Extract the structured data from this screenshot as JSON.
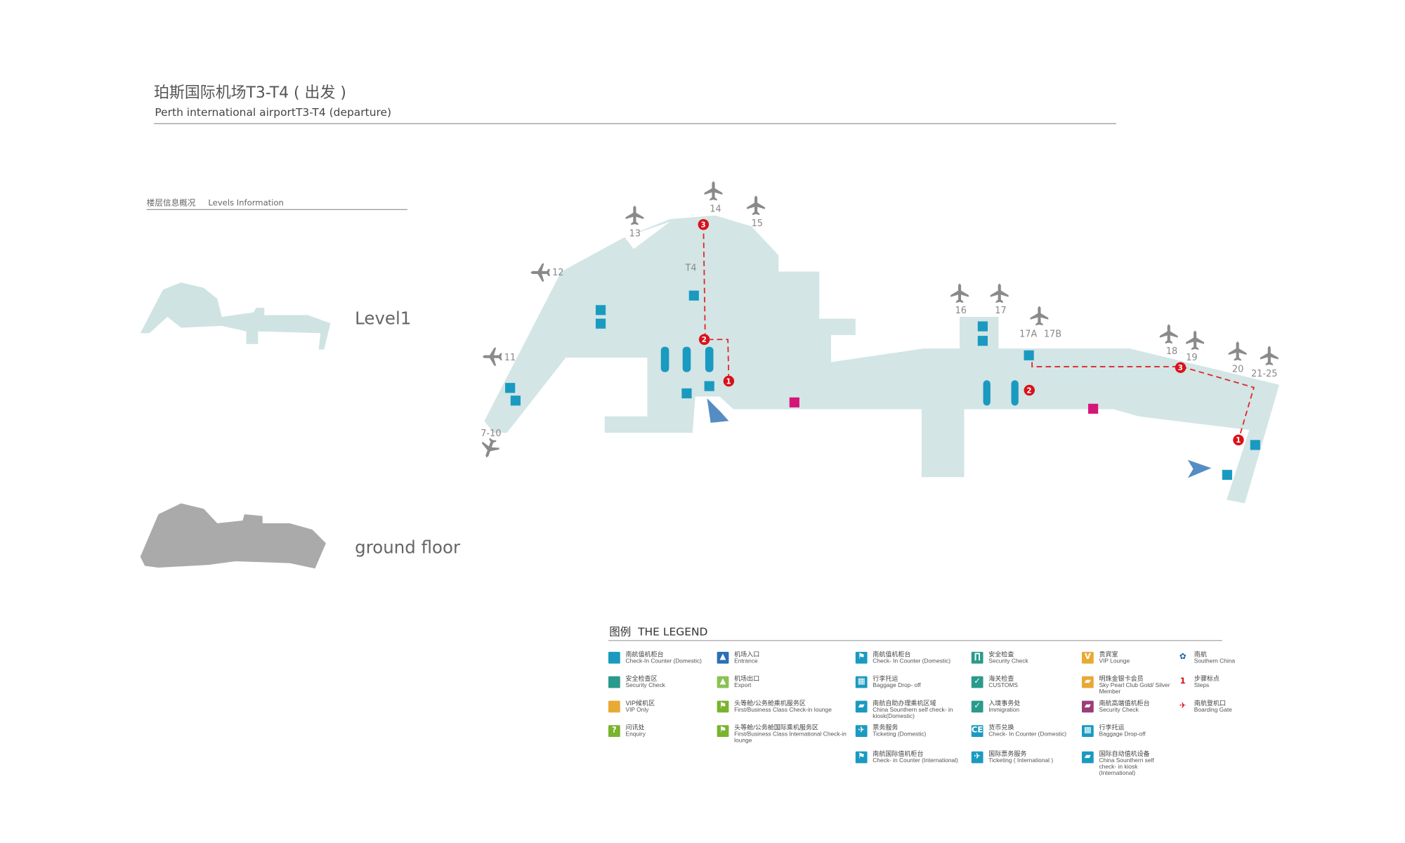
{
  "header": {
    "title": "珀斯国际机场T3-T4 ( 出发 )",
    "subtitle": "Perth international airportT3-T4  (departure)"
  },
  "levels": {
    "title_cn": "楼层信息概况",
    "title_en": "Levels Information",
    "items": [
      {
        "label": "Level1",
        "color": "#cfe3e3"
      },
      {
        "label": "ground floor",
        "color": "#aaaaaa"
      }
    ]
  },
  "map": {
    "terminal": "T4",
    "gates": [
      "7-10",
      "11",
      "12",
      "13",
      "14",
      "15",
      "16",
      "17",
      "17A",
      "17B",
      "18",
      "19",
      "20",
      "21-25"
    ],
    "floor_color": "#d3e5e5",
    "route_color": "#e0262b"
  },
  "legend": {
    "title_cn": "图例",
    "title_en": "THE LEGEND",
    "items": [
      {
        "cn": "南航值机柜台",
        "en": "Check-In Counter (Domestic)",
        "color": "#1a9ac0",
        "glyph": ""
      },
      {
        "cn": "安全检查区",
        "en": "Security Check",
        "color": "#2a9a8a",
        "glyph": ""
      },
      {
        "cn": "VIP候机区",
        "en": "VIP Only",
        "color": "#e8a935",
        "glyph": ""
      },
      {
        "cn": "问讯处",
        "en": "Enquiry",
        "color": "#7ab32e",
        "glyph": "?"
      },
      {
        "cn": "机场入口",
        "en": "Entrance",
        "color": "#2b6fb5",
        "glyph": "▲"
      },
      {
        "cn": "机场出口",
        "en": "Export",
        "color": "#8cc152",
        "glyph": "▲"
      },
      {
        "cn": "头等舱/公务舱乘机服务区",
        "en": "First/Business Class Check-in lounge",
        "color": "#7ab32e",
        "glyph": "⚑"
      },
      {
        "cn": "头等舱/公务舱国际乘机服务区",
        "en": "First/Business Class International Check-in lounge",
        "color": "#7ab32e",
        "glyph": "⚑"
      },
      {
        "cn": "南航值机柜台",
        "en": "Check- In Counter (Domestic)",
        "color": "#1a9ac0",
        "glyph": "⚑"
      },
      {
        "cn": "行李托运",
        "en": "Baggage Drop- off",
        "color": "#1a9ac0",
        "glyph": "▦"
      },
      {
        "cn": "南航自助办理乘机区域",
        "en": "China Sounthern self check- in kiosk(Domestic)",
        "color": "#1a9ac0",
        "glyph": "▰"
      },
      {
        "cn": "票务服务",
        "en": "Ticketing (Domestic)",
        "color": "#1a9ac0",
        "glyph": "✈"
      },
      {
        "cn": "南航国际值机柜台",
        "en": "Check- in Counter (International)",
        "color": "#1a9ac0",
        "glyph": "⚑"
      },
      {
        "cn": "安全检查",
        "en": "Security Check",
        "color": "#2a9a8a",
        "glyph": "∏"
      },
      {
        "cn": "海关检查",
        "en": "CUSTOMS",
        "color": "#2a9a8a",
        "glyph": "✓"
      },
      {
        "cn": "入境事务处",
        "en": "Immigration",
        "color": "#2a9a8a",
        "glyph": "✓"
      },
      {
        "cn": "货币兑换",
        "en": "Check- In Counter (Domestic)",
        "color": "#1a9ac0",
        "glyph": "CE"
      },
      {
        "cn": "国际票务服务",
        "en": "Ticketing ( International )",
        "color": "#1a9ac0",
        "glyph": "✈"
      },
      {
        "cn": "贵宾室",
        "en": "VIP Lounge",
        "color": "#e8a935",
        "glyph": "V"
      },
      {
        "cn": "明珠金银卡会员",
        "en": "Sky Pearl Club Gold/ Silver Member",
        "color": "#e8a935",
        "glyph": "▰"
      },
      {
        "cn": "南航高端值机柜台",
        "en": "Security Check",
        "color": "#9a3d7a",
        "glyph": "▰"
      },
      {
        "cn": "行李托运",
        "en": "Baggage Drop-off",
        "color": "#1a9ac0",
        "glyph": "▦"
      },
      {
        "cn": "国际自动值机设备",
        "en": "China Sounthern self check- in kiosk (International)",
        "color": "#1a9ac0",
        "glyph": "▰"
      },
      {
        "cn": "南航",
        "en": "Southern China",
        "color": "#1b5fa8",
        "glyph": "✿"
      },
      {
        "cn": "步骤标点",
        "en": "Steps",
        "color": "#d9121a",
        "glyph": "1"
      },
      {
        "cn": "南航登机口",
        "en": "Boarding Gate",
        "color": "#d9121a",
        "glyph": "✈"
      }
    ]
  }
}
